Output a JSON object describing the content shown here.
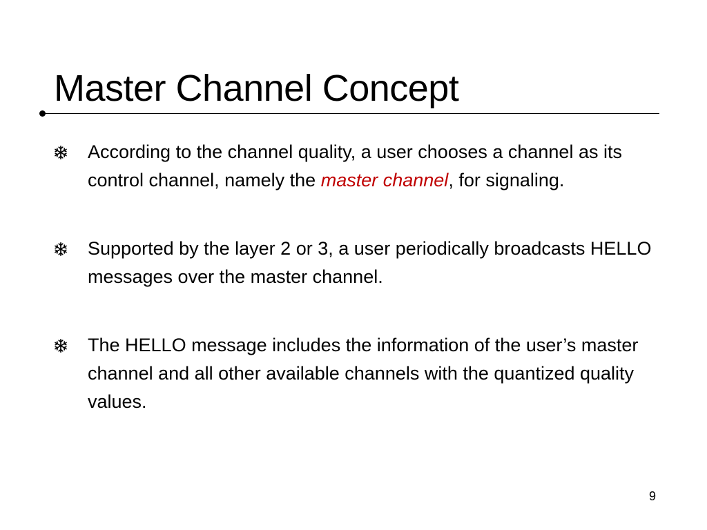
{
  "slide": {
    "title": "Master Channel Concept",
    "bullet_icon": "snowflake-icon",
    "highlight_color": "#c00000",
    "bullets": [
      {
        "before": "According to the channel quality, a user chooses a channel as its control channel, namely the ",
        "highlight": "master channel",
        "after": ", for signaling."
      },
      {
        "text": "Supported by the layer 2 or 3, a user periodically broadcasts HELLO messages over the master channel."
      },
      {
        "text": "The HELLO message includes the information of the user’s master channel and all other available channels with the quantized quality values."
      }
    ],
    "page_number": "9"
  }
}
